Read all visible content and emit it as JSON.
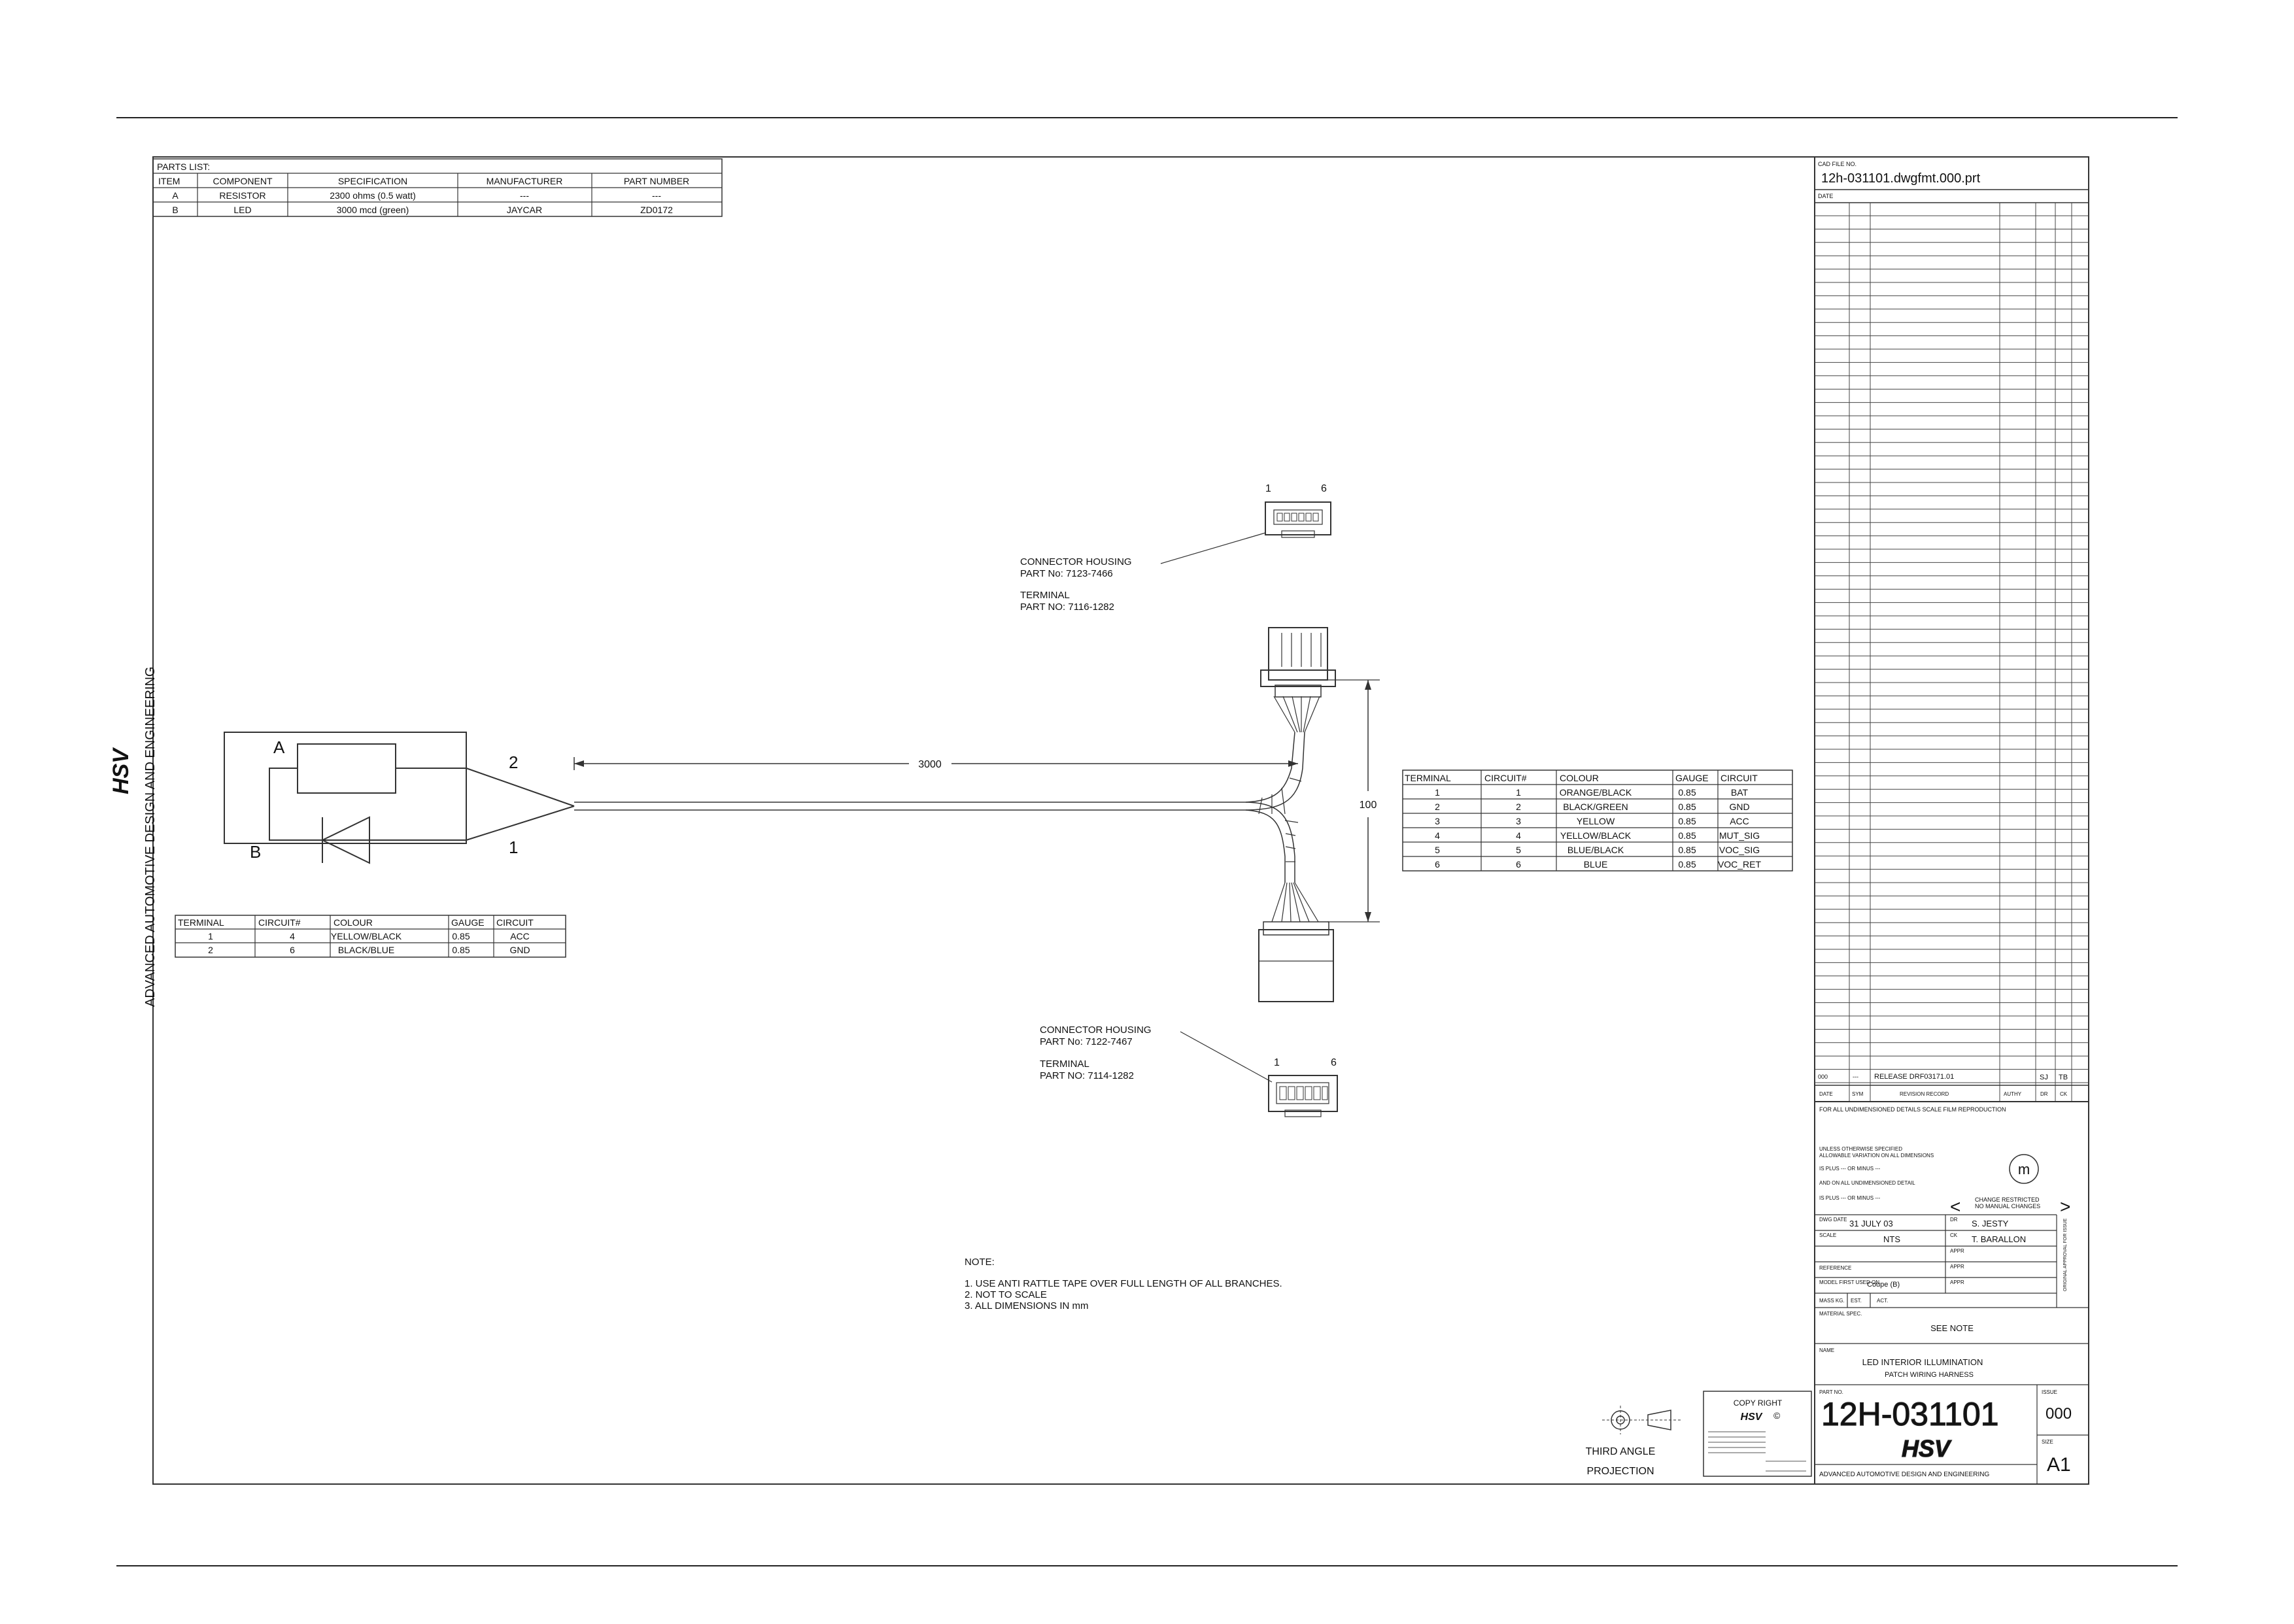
{
  "parts_list": {
    "title": "PARTS LIST:",
    "headers": [
      "ITEM",
      "COMPONENT",
      "SPECIFICATION",
      "MANUFACTURER",
      "PART NUMBER"
    ],
    "rows": [
      [
        "A",
        "RESISTOR",
        "2300 ohms (0.5 watt)",
        "---",
        "---"
      ],
      [
        "B",
        "LED",
        "3000 mcd (green)",
        "JAYCAR",
        "ZD0172"
      ]
    ]
  },
  "side_brand": {
    "logo_text": "HSV",
    "text": "ADVANCED AUTOMOTIVE DESIGN AND ENGINEERING"
  },
  "schematic": {
    "label_a": "A",
    "label_b": "B",
    "pin_2": "2",
    "pin_1": "1"
  },
  "left_table": {
    "headers": [
      "TERMINAL",
      "CIRCUIT#",
      "COLOUR",
      "GAUGE",
      "CIRCUIT"
    ],
    "rows": [
      [
        "1",
        "4",
        "YELLOW/BLACK",
        "0.85",
        "ACC"
      ],
      [
        "2",
        "6",
        "BLACK/BLUE",
        "0.85",
        "GND"
      ]
    ]
  },
  "right_table": {
    "headers": [
      "TERMINAL",
      "CIRCUIT#",
      "COLOUR",
      "GAUGE",
      "CIRCUIT"
    ],
    "rows": [
      [
        "1",
        "1",
        "ORANGE/BLACK",
        "0.85",
        "BAT"
      ],
      [
        "2",
        "2",
        "BLACK/GREEN",
        "0.85",
        "GND"
      ],
      [
        "3",
        "3",
        "YELLOW",
        "0.85",
        "ACC"
      ],
      [
        "4",
        "4",
        "YELLOW/BLACK",
        "0.85",
        "MUT_SIG"
      ],
      [
        "5",
        "5",
        "BLUE/BLACK",
        "0.85",
        "VOC_SIG"
      ],
      [
        "6",
        "6",
        "BLUE",
        "0.85",
        "VOC_RET"
      ]
    ]
  },
  "dimensions": {
    "length": "3000",
    "height": "100"
  },
  "connector_top": {
    "pin_left": "1",
    "pin_right": "6",
    "housing_label": "CONNECTOR HOUSING",
    "housing_part": "PART No: 7123-7466",
    "terminal_label": "TERMINAL",
    "terminal_part": "PART NO: 7116-1282"
  },
  "connector_bottom": {
    "pin_left": "1",
    "pin_right": "6",
    "housing_label": "CONNECTOR HOUSING",
    "housing_part": "PART No: 7122-7467",
    "terminal_label": "TERMINAL",
    "terminal_part": "PART NO: 7114-1282"
  },
  "notes": {
    "title": "NOTE:",
    "items": [
      "1. USE ANTI RATTLE TAPE OVER FULL LENGTH OF ALL BRANCHES.",
      "2. NOT TO SCALE",
      "3. ALL DIMENSIONS IN mm"
    ]
  },
  "projection": {
    "line1": "THIRD ANGLE",
    "line2": "PROJECTION"
  },
  "copyright": {
    "title": "COPY RIGHT",
    "logo_text": "HSV",
    "symbol": "©"
  },
  "title_block": {
    "cad_label": "CAD FILE NO.",
    "cad_file": "12h-031101.dwgfmt.000.prt",
    "date_label": "DATE",
    "revision": {
      "issue": "000",
      "dash": "---",
      "record": "RELEASE DRF03171.01",
      "dr": "SJ",
      "ck": "TB"
    },
    "revision_headers": [
      "DATE",
      "SYM",
      "REVISION RECORD",
      "AUTHY",
      "DR",
      "CK"
    ],
    "scale_note": "FOR ALL UNDIMENSIONED DETAILS SCALE FILM REPRODUCTION",
    "tolerance_1": "UNLESS OTHERWISE SPECIFIED",
    "tolerance_2": "ALLOWABLE VARIATION ON ALL DIMENSIONS",
    "tolerance_3": "IS PLUS --- OR MINUS ---",
    "tolerance_4": "AND ON ALL UNDIMENSIONED DETAIL",
    "tolerance_5": "IS PLUS --- OR MINUS ---",
    "change_1": "CHANGE RESTRICTED",
    "change_2": "NO MANUAL CHANGES",
    "dwg_date_label": "DWG DATE",
    "dwg_date": "31 JULY 03",
    "dr_label": "DR",
    "dr_name": "S. JESTY",
    "scale_label": "SCALE",
    "scale": "NTS",
    "ck_label": "CK",
    "ck_name": "T. BARALLON",
    "appr_label": "APPR",
    "reference_label": "REFERENCE",
    "model_label": "MODEL FIRST USED ON",
    "model": "Coupe (B)",
    "mass_label": "MASS KG.",
    "est_label": "EST.",
    "act_label": "ACT.",
    "material_label": "MATERIAL SPEC.",
    "material": "SEE NOTE",
    "original_approval": "ORIGINAL APPROVAL FOR ISSUE",
    "name_label": "NAME",
    "name_1": "LED INTERIOR ILLUMINATION",
    "name_2": "PATCH WIRING HARNESS",
    "part_label": "PART NO.",
    "part_no": "12H-031101",
    "issue_label": "ISSUE",
    "issue": "000",
    "size_label": "SIZE",
    "size": "A1",
    "logo_text": "HSV",
    "company": "ADVANCED AUTOMOTIVE DESIGN AND ENGINEERING"
  }
}
